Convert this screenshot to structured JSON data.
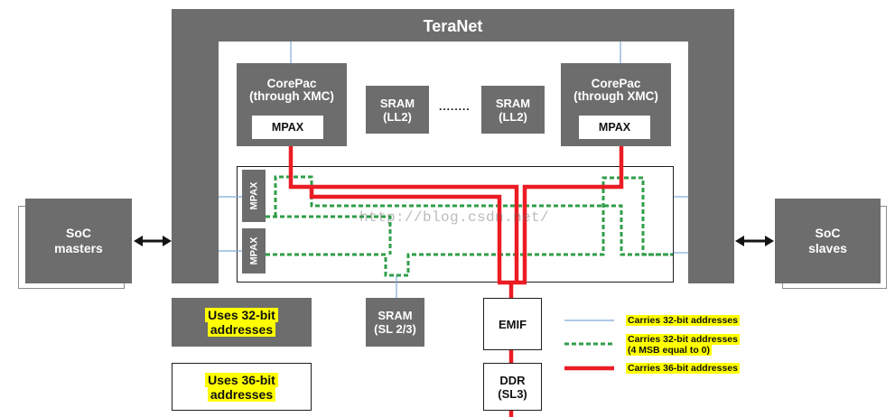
{
  "teranet": {
    "title": "TeraNet"
  },
  "corepac_left": {
    "title": "CorePac",
    "subtitle": "(through XMC)",
    "mpax": "MPAX"
  },
  "corepac_right": {
    "title": "CorePac",
    "subtitle": "(through XMC)",
    "mpax": "MPAX"
  },
  "sram_ll2_left": {
    "title": "SRAM",
    "subtitle": "(LL2)"
  },
  "sram_ll2_right": {
    "title": "SRAM",
    "subtitle": "(LL2)"
  },
  "ellipsis": "........",
  "mpax_upper": "MPAX",
  "mpax_lower": "MPAX",
  "soc_masters": {
    "title": "SoC",
    "subtitle": "masters"
  },
  "soc_slaves": {
    "title": "SoC",
    "subtitle": "slaves"
  },
  "key_32bit": {
    "line1": "Uses 32-bit",
    "line2": "addresses"
  },
  "key_36bit": {
    "line1": "Uses 36-bit",
    "line2": "addresses"
  },
  "sram_sl23": {
    "title": "SRAM",
    "subtitle": "(SL 2/3)"
  },
  "emif": "EMIF",
  "ddr": {
    "title": "DDR",
    "subtitle": "(SL3)"
  },
  "legend": [
    {
      "line1": "Carries 32-bit addresses"
    },
    {
      "line1": "Carries 32-bit addresses",
      "line2": "(4 MSB equal to 0)"
    },
    {
      "line1": "Carries 36-bit addresses"
    }
  ],
  "watermark": "http://blog.csdn.net/",
  "colors": {
    "block": "#6d6d6d",
    "line_32bit": "#7fa9d8",
    "line_32bit_msb": "#2f9e48",
    "line_36bit": "#ec1c24",
    "highlight": "#ffff00",
    "arrow": "#141414"
  }
}
